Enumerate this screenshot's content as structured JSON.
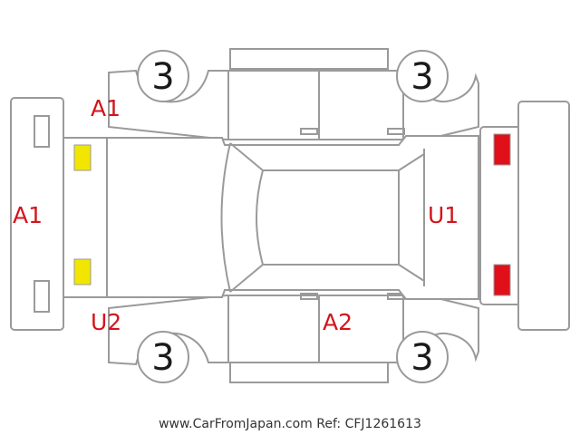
{
  "tire_scores": {
    "front_left": "3",
    "rear_left": "3",
    "front_right": "3",
    "rear_right": "3"
  },
  "damage_codes": {
    "front_bumper": "A1",
    "front_left_fender": "A1",
    "front_right_fender": "U2",
    "rear_right_door": "A2",
    "rear_bumper": "U1"
  },
  "headlight_color": "#f2e600",
  "taillight_color": "#e0101a",
  "code_color": "#d4141c",
  "footer": "www.CarFromJapan.com Ref: CFJ1261613"
}
